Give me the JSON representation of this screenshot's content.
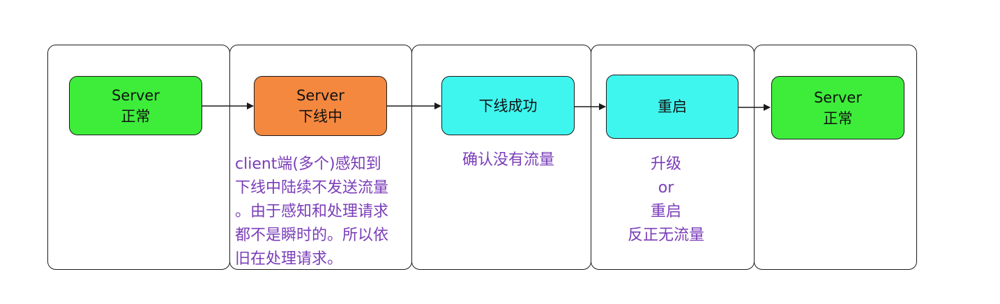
{
  "steps": [
    {
      "line1": "Server",
      "line2": "正常",
      "color": "#3ded3a"
    },
    {
      "line1": "Server",
      "line2": "下线中",
      "color": "#f5883f"
    },
    {
      "line1": "下线成功",
      "color": "#3ff6ef"
    },
    {
      "line1": "重启",
      "color": "#3ff6ef"
    },
    {
      "line1": "Server",
      "line2": "正常",
      "color": "#3ded3a"
    }
  ],
  "notes": {
    "offline": [
      "client端(多个)感知到",
      "下线中陆续不发送流量",
      "。由于感知和处理请求",
      "都不是瞬时的。所以依",
      "旧在处理请求。"
    ],
    "confirm": [
      "确认没有流量"
    ],
    "restart": [
      "升级",
      "or",
      "重启",
      "反正无流量"
    ]
  },
  "colors": {
    "note_text": "#7a3db8",
    "border": "#1a1a1a"
  }
}
